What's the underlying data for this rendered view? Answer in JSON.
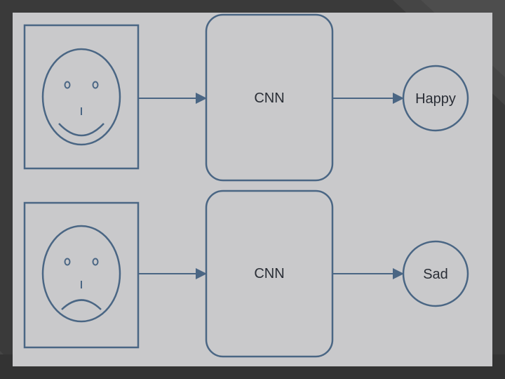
{
  "flows": [
    {
      "model_label": "CNN",
      "output_label": "Happy",
      "face": "smiling-face-icon"
    },
    {
      "model_label": "CNN",
      "output_label": "Sad",
      "face": "frowning-face-icon"
    }
  ],
  "colors": {
    "background": "#3a3a3a",
    "panel": "#c9c9cb",
    "stroke": "#4a6684",
    "text": "#2a2e36"
  }
}
